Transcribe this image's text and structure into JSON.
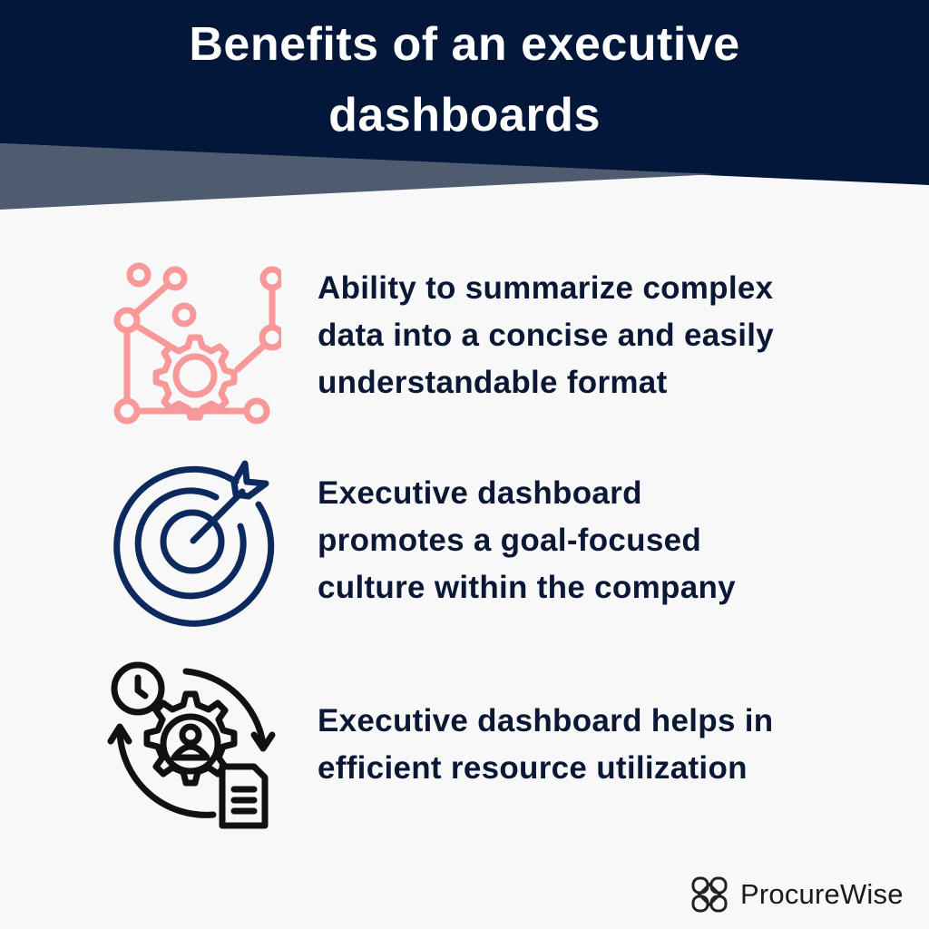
{
  "header": {
    "title_line1": "Benefits of an executive",
    "title_line2": "dashboards",
    "colors": {
      "navy": "#02173a",
      "slate": "#4f5b6f"
    }
  },
  "benefits": [
    {
      "icon": "data-gear-network-icon",
      "icon_color": "#f89898",
      "lines": [
        "Ability to summarize complex",
        "data into a concise and easily",
        "understandable format"
      ]
    },
    {
      "icon": "target-arrow-icon",
      "icon_color": "#0d2a5e",
      "lines": [
        "Executive dashboard",
        "promotes a goal-focused",
        "culture within the company"
      ]
    },
    {
      "icon": "resource-cycle-icon",
      "icon_color": "#111111",
      "lines": [
        "Executive dashboard helps in",
        "efficient resource utilization"
      ]
    }
  ],
  "brand": {
    "name": "ProcureWise",
    "logo_icon": "knot-logo-icon"
  }
}
